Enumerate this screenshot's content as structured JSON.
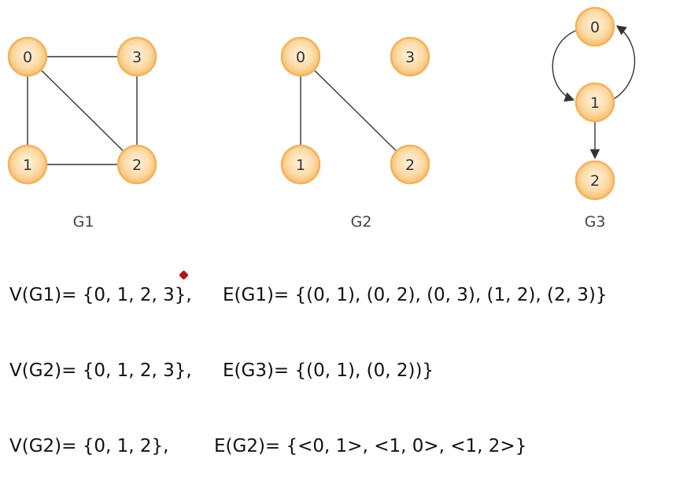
{
  "graphs": {
    "g1": {
      "caption": "G1",
      "nodes": [
        "0",
        "1",
        "2",
        "3"
      ]
    },
    "g2": {
      "caption": "G2",
      "nodes": [
        "0",
        "1",
        "2",
        "3"
      ]
    },
    "g3": {
      "caption": "G3",
      "nodes": [
        "0",
        "1",
        "2"
      ]
    }
  },
  "formulas": [
    {
      "vertices": "V(G1)= {0, 1, 2, 3},",
      "edges": "E(G1)= {(0, 1), (0, 2), (0, 3), (1, 2), (2, 3)}"
    },
    {
      "vertices": "V(G2)= {0, 1, 2, 3},",
      "edges": "E(G3)= {(0, 1), (0, 2))}"
    },
    {
      "vertices": "V(G2)= {0, 1, 2},",
      "edges": "E(G2)= {<0, 1>, <1, 0>, <1, 2>}"
    }
  ],
  "colors": {
    "node_fill_center": "#fde9c9",
    "node_fill_edge": "#f8c77e",
    "node_stroke": "#f3b35a",
    "edge": "#333333",
    "marker": "#b01818"
  }
}
